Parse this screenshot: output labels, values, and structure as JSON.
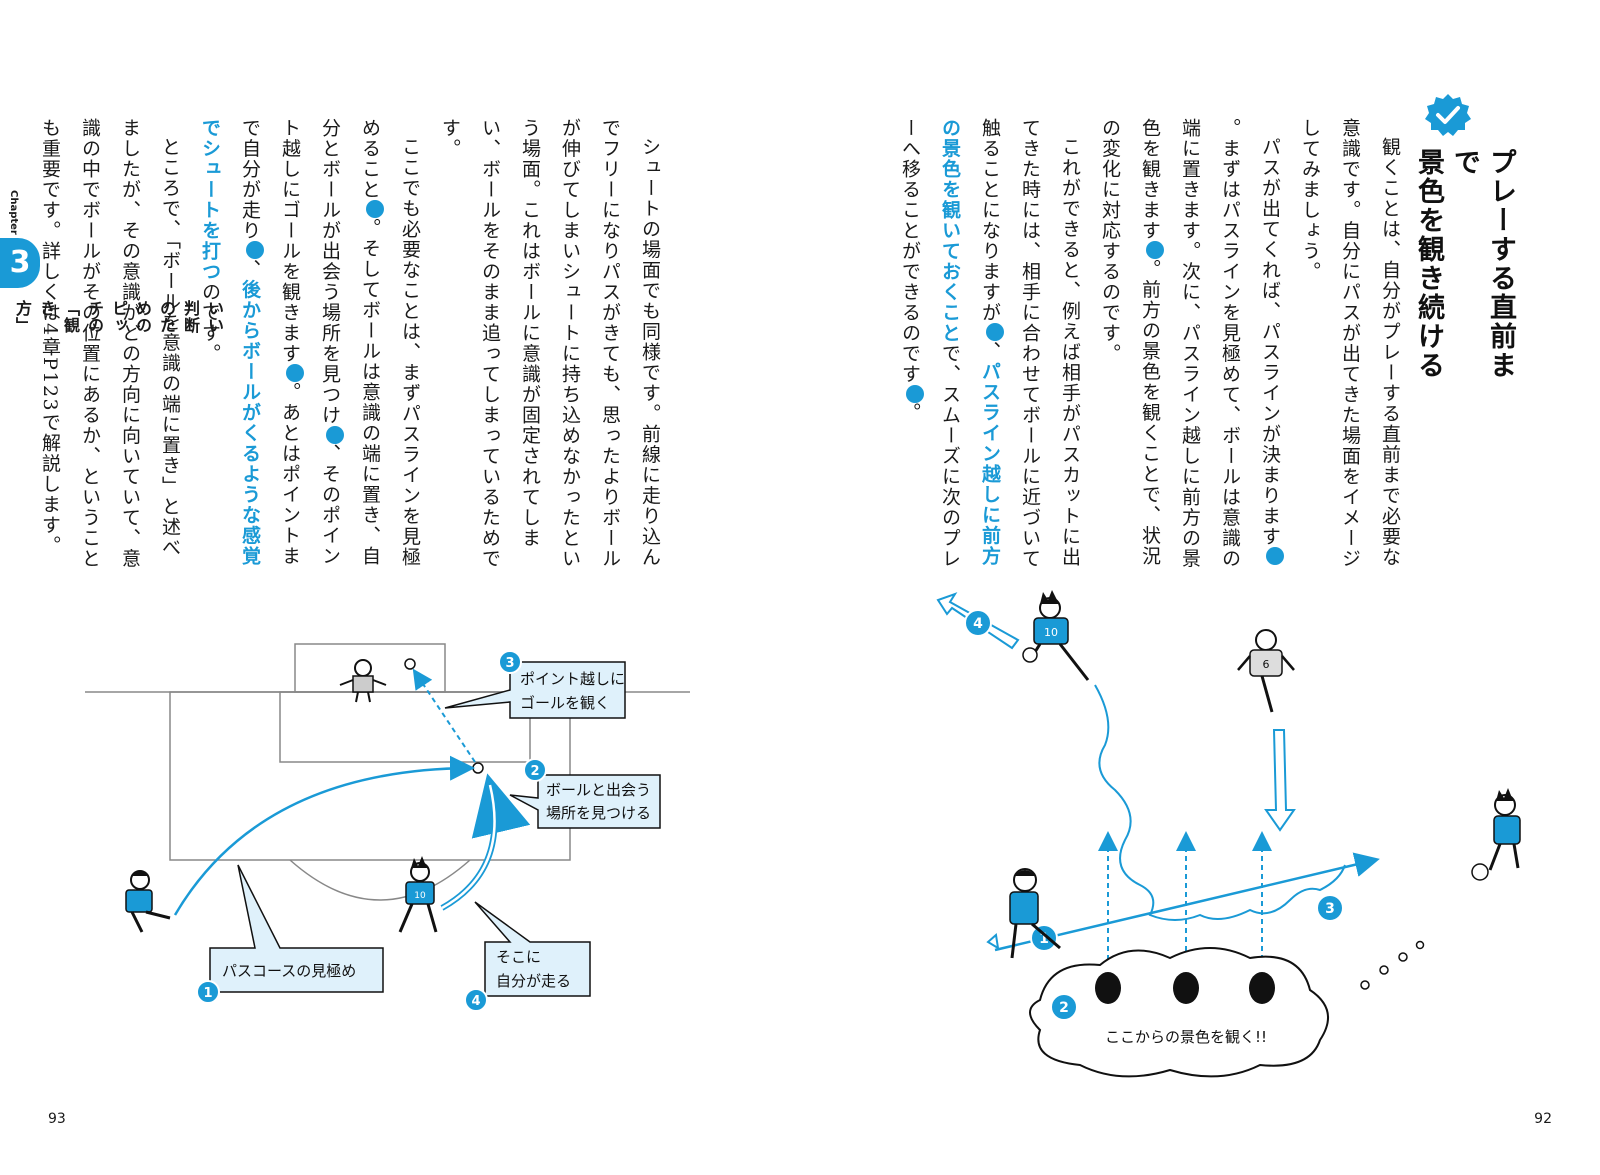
{
  "left_page": {
    "page_number": "93",
    "chapter": {
      "label": "Chapter",
      "number": "3",
      "title": "いい判断のためのピッチの「観き方」"
    },
    "body": {
      "p1": {
        "t1": "シュートの場面でも同様です。前線に走り込んでフリーになりパスがきても、思ったよりボールが伸びてしまいシュートに持ち込めなかったという場面。これはボールに意識が固定されてしまい、ボールをそのまま追ってしまっているためです。"
      },
      "p2": {
        "t1": "ここでも必要なことは、まずパスラインを見極めること",
        "n1": "1",
        "t2": "。そしてボールは意識の端に置き、自分とボールが出会う場所を見つけ",
        "n2": "2",
        "t3": "、そのポイント越しにゴールを観きます",
        "n3": "3",
        "t4": "。あとはポイントまで自分が走り",
        "n4": "4",
        "t5": "、",
        "h1": "後からボールがくるような感覚でシュートを打つ",
        "t6": "のです。"
      },
      "p3": {
        "t1": "ところで、「ボールを意識の端に置き」と述べましたが、その意識がどの方向に向いていて、意識の中でボールがその位置にあるか、ということも重要です。詳しくは4章P123で解説します。"
      }
    },
    "diagram": {
      "callout1": {
        "num": "1",
        "text": "パスコースの見極め"
      },
      "callout2": {
        "num": "2",
        "line1": "ボールと出会う",
        "line2": "場所を見つける"
      },
      "callout3": {
        "num": "3",
        "line1": "ポイント越しに",
        "line2": "ゴールを観く"
      },
      "callout4": {
        "num": "4",
        "line1": "そこに",
        "line2": "自分が走る"
      },
      "jersey": "10"
    }
  },
  "right_page": {
    "page_number": "92",
    "heading": {
      "line1": "プレーする直前まで",
      "line2": "景色を観き続ける"
    },
    "body": {
      "p1": {
        "t1": "観くことは、自分がプレーする直前まで必要な意識です。自分にパスが出てきた場面をイメージしてみましょう。"
      },
      "p2": {
        "t1": "パスが出てくれば、パスラインが決まります",
        "n1": "1",
        "t2": "。まずはパスラインを見極めて、ボールは意識の端に置きます。次に、パスライン越しに前方の景色を観きます",
        "n2": "2",
        "t3": "。前方の景色を観くことで、状況の変化に対応するのです。"
      },
      "p3": {
        "t1": "これができると、例えば相手がパスカットに出てきた時には、相手に合わせてボールに近づいて触ることになりますが",
        "n3": "3",
        "t2": "、",
        "h1": "パスライン越しに前方の景色を観いておくこと",
        "t3": "で、スムーズに次のプレーへ移ることができるのです",
        "n4": "4",
        "t4": "。"
      }
    },
    "diagram": {
      "labels": [
        "1",
        "2",
        "3",
        "4"
      ],
      "cloud_text": "ここからの景色を観く!!",
      "jersey_a": "10",
      "jersey_b": "6"
    }
  },
  "colors": {
    "accent": "#1a9ad6",
    "text": "#1a1a1a",
    "callout_fill": "#dff1fb"
  },
  "icons": {
    "heading_badge": "check-badge-icon"
  }
}
